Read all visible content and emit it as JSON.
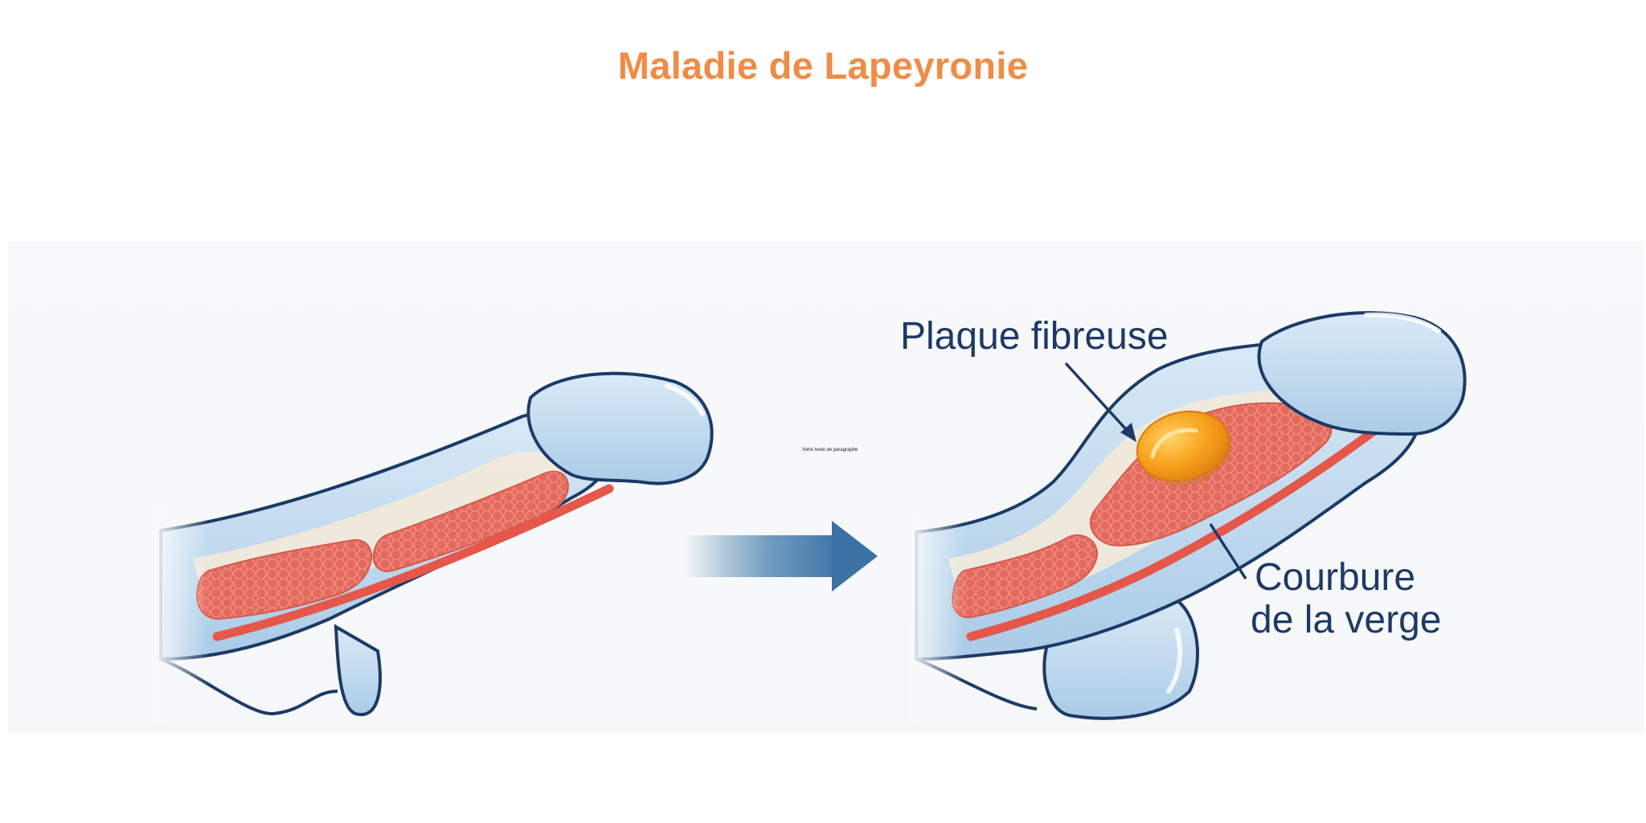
{
  "title": "Maladie de Lapeyronie",
  "placeholder_text": "Votre texte de paragraphe",
  "labels": {
    "plaque": "Plaque fibreuse",
    "courbure_line1": "Courbure",
    "courbure_line2": "de la verge"
  },
  "colors": {
    "title": "#f08c46",
    "outline": "#1d3a66",
    "skin": "#c6dff0",
    "tissue": "#e46a5e",
    "plaque": "#f5a11c",
    "arrow": "#3f78a8",
    "label": "#1d3a66"
  }
}
